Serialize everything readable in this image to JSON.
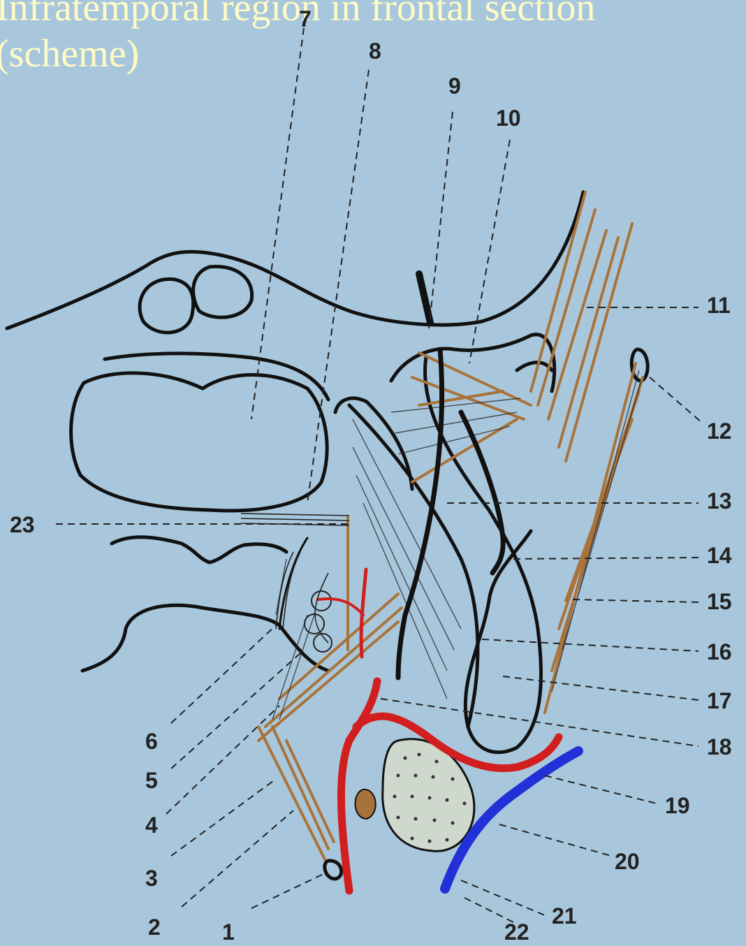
{
  "slide": {
    "title_line1": "Infratemporal region in frontal section",
    "title_line2": "(scheme)"
  },
  "colors": {
    "background": "#a9c7dc",
    "title": "#fffbc4",
    "outline": "#111111",
    "muscle": "#a8733a",
    "artery": "#d21e1e",
    "vein": "#2230d8"
  },
  "labels": [
    "1",
    "2",
    "3",
    "4",
    "5",
    "6",
    "7",
    "8",
    "9",
    "10",
    "11",
    "12",
    "13",
    "14",
    "15",
    "16",
    "17",
    "18",
    "19",
    "20",
    "21",
    "22",
    "23"
  ]
}
